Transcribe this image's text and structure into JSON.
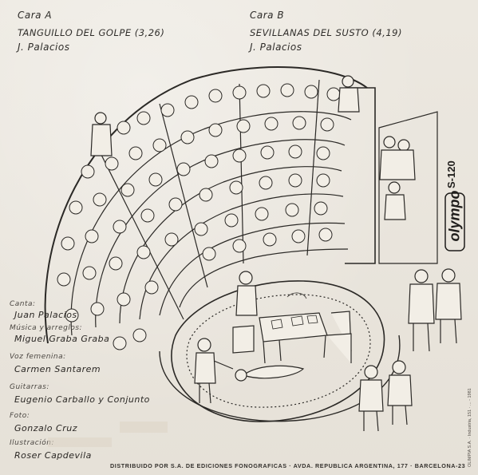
{
  "side_a": {
    "label": "Cara A",
    "title": "TANGUILLO DEL GOLPE (3,26)",
    "author": "J. Palacios"
  },
  "side_b": {
    "label": "Cara B",
    "title": "SEVILLANAS DEL SUSTO (4,19)",
    "author": "J. Palacios"
  },
  "credits": [
    {
      "label": "Canta:",
      "value": "Juan Palacios"
    },
    {
      "label": "Música y arreglos:",
      "value": "Miguel Graba Graba"
    },
    {
      "label": "Voz femenina:",
      "value": "Carmen Santarem"
    },
    {
      "label": "Guitarras:",
      "value": "Eugenio Carballo y Conjunto"
    },
    {
      "label": "Foto:",
      "value": "Gonzalo Cruz"
    },
    {
      "label": "Ilustración:",
      "value": "Roser Capdevila"
    }
  ],
  "distribution": "DISTRIBUIDO POR S.A. DE EDICIONES FONOGRAFICAS · AVDA. REPUBLICA ARGENTINA, 177 · BARCELONA-23",
  "logo": {
    "text": "olympo",
    "catalog": "S-120",
    "icon": "olympo-logo-icon"
  },
  "legal": "OLIMPIA S.A. · Industria, 151 · ... - 1981",
  "colors": {
    "paper": "#e9e5dd",
    "ink": "#2b2926"
  }
}
